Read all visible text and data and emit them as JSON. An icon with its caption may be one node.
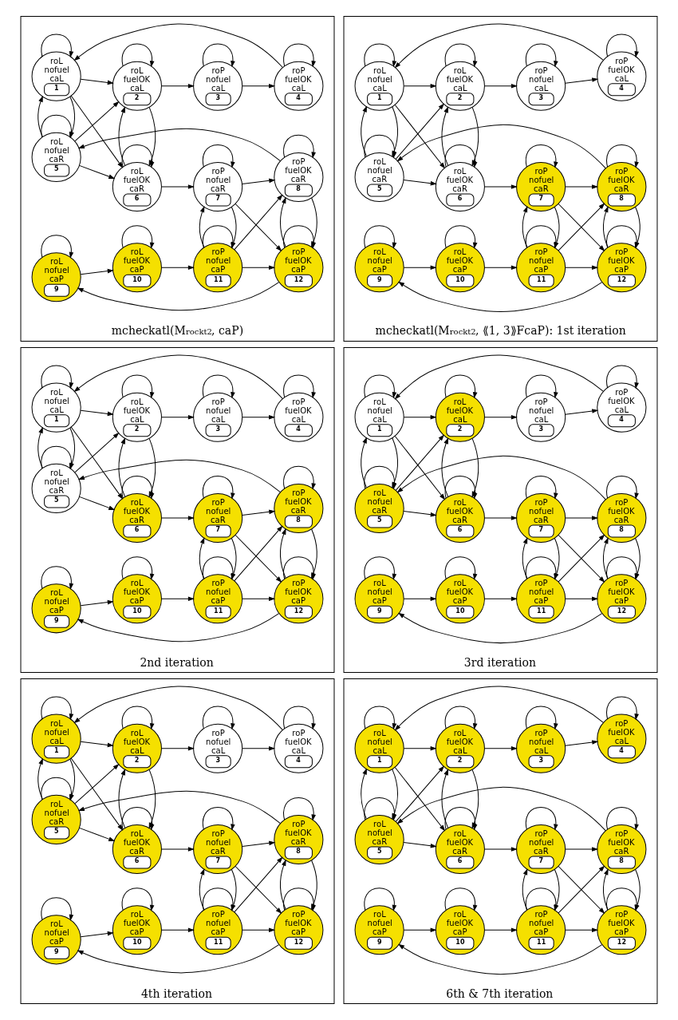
{
  "diagram": {
    "nodes": [
      {
        "text": [
          "mcheckatl(M$_{rockt2}$, caP)"
        ]
      },
      {
        "text": [
          "roL nofuel caL",
          "1"
        ],
        "in": 0
      },
      {
        "text": [
          "roL fuelOK caL",
          "2"
        ],
        "in": 0
      },
      {
        "text": [
          "roP nofuel caL",
          "3"
        ],
        "in": 0
      },
      {
        "text": [
          "roP fuelOK caL",
          "4"
        ],
        "in": 0
      },
      {
        "text": [
          "roL nofuel caR",
          "5"
        ],
        "in": 0
      },
      {
        "text": [
          "roL fuelOK caR",
          "6"
        ],
        "in": 0
      },
      {
        "text": [
          "roP nofuel caR",
          "7"
        ],
        "in": 0
      },
      {
        "text": [
          "roP fuelOK caR",
          "8"
        ],
        "in": 0
      },
      {
        "text": [
          "roL nofuel caP",
          "9"
        ],
        "in": 0
      },
      {
        "text": [
          "roL fuelOK caP",
          "10"
        ],
        "in": 0
      },
      {
        "text": [
          "roP nofuel caP",
          "11"
        ],
        "in": 0
      },
      {
        "text": [
          "roP fuelOK caP",
          "12"
        ],
        "in": 0
      },
      {
        "text": [
          "mcheckatl(M$_{rockt2}$, ⟪1, 3⟫FcaP): 1st iteration"
        ]
      },
      {
        "text": [
          "roL nofuel caL",
          "1"
        ],
        "in": 13
      },
      {
        "text": [
          "roL fuelOK caL",
          "2"
        ],
        "in": 13
      },
      {
        "text": [
          "roP nofuel caL",
          "3"
        ],
        "in": 13
      },
      {
        "text": [
          "roP fuelOK caL",
          "4"
        ],
        "in": 13
      },
      {
        "text": [
          "roL nofuel caR",
          "5"
        ],
        "in": 13
      },
      {
        "text": [
          "roL fuelOK caR",
          "6"
        ],
        "in": 13
      },
      {
        "text": [
          "roP nofuel caR",
          "7"
        ],
        "in": 13
      },
      {
        "text": [
          "roP fuelOK caR",
          "8"
        ],
        "in": 13
      },
      {
        "text": [
          "roL nofuel caP",
          "9"
        ],
        "in": 13
      },
      {
        "text": [
          "roL fuelOK caP",
          "10"
        ],
        "in": 13
      },
      {
        "text": [
          "roP nofuel caP",
          "11"
        ],
        "in": 13
      },
      {
        "text": [
          "roP fuelOK caP",
          "12"
        ],
        "in": 13
      },
      {
        "text": [
          "2nd iteration"
        ]
      },
      {
        "text": [
          "roL nofuel caL",
          "1"
        ],
        "in": 26
      },
      {
        "text": [
          "roL fuelOK caL",
          "2"
        ],
        "in": 26
      },
      {
        "text": [
          "roP nofuel caL",
          "3"
        ],
        "in": 26
      },
      {
        "text": [
          "roP fuelOK caL",
          "4"
        ],
        "in": 26
      },
      {
        "text": [
          "roL nofuel caR",
          "5"
        ],
        "in": 26
      },
      {
        "text": [
          "roL fuelOK caR",
          "6"
        ],
        "in": 26
      },
      {
        "text": [
          "roP nofuel caR",
          "7"
        ],
        "in": 26
      },
      {
        "text": [
          "roP fuelOK caR",
          "8"
        ],
        "in": 26
      },
      {
        "text": [
          "roL nofuel caP",
          "9"
        ],
        "in": 26
      },
      {
        "text": [
          "roL fuelOK caP",
          "10"
        ],
        "in": 26
      },
      {
        "text": [
          "roP nofuel caP",
          "11"
        ],
        "in": 26
      },
      {
        "text": [
          "roP fuelOK caP",
          "12"
        ],
        "in": 26
      },
      {
        "text": [
          "3rd iteration"
        ]
      },
      {
        "text": [
          "roL nofuel caL",
          "1"
        ],
        "in": 39
      },
      {
        "text": [
          "roL fuelOK caL",
          "2"
        ],
        "in": 39
      },
      {
        "text": [
          "roP nofuel caL",
          "3"
        ],
        "in": 39
      },
      {
        "text": [
          "roP fuelOK caL",
          "4"
        ],
        "in": 39
      },
      {
        "text": [
          "roL nofuel caR",
          "5"
        ],
        "in": 39
      },
      {
        "text": [
          "roL fuelOK caR",
          "6"
        ],
        "in": 39
      },
      {
        "text": [
          "roP nofuel caR",
          "7"
        ],
        "in": 39
      },
      {
        "text": [
          "roP fuelOK caR",
          "8"
        ],
        "in": 39
      },
      {
        "text": [
          "roL nofuel caP",
          "9"
        ],
        "in": 39
      },
      {
        "text": [
          "roL fuelOK caP",
          "10"
        ],
        "in": 39
      },
      {
        "text": [
          "roP nofuel caP",
          "11"
        ],
        "in": 39
      },
      {
        "text": [
          "roP fuelOK caP",
          "12"
        ],
        "in": 39
      },
      {
        "text": [
          "4th iteration"
        ]
      },
      {
        "text": [
          "roL nofuel caL",
          "1"
        ],
        "in": 52
      },
      {
        "text": [
          "roL fuelOK caL",
          "2"
        ],
        "in": 52
      },
      {
        "text": [
          "roP nofuel caL",
          "3"
        ],
        "in": 52
      },
      {
        "text": [
          "roP fuelOK caL",
          "4"
        ],
        "in": 52
      },
      {
        "text": [
          "roL nofuel caR",
          "5"
        ],
        "in": 52
      },
      {
        "text": [
          "roL fuelOK caR",
          "6"
        ],
        "in": 52
      },
      {
        "text": [
          "roP nofuel caR",
          "7"
        ],
        "in": 52
      },
      {
        "text": [
          "roP fuelOK caR",
          "8"
        ],
        "in": 52
      },
      {
        "text": [
          "roL nofuel caP",
          "9"
        ],
        "in": 52
      },
      {
        "text": [
          "roL fuelOK caP",
          "10"
        ],
        "in": 52
      },
      {
        "text": [
          "roP nofuel caP",
          "11"
        ],
        "in": 52
      },
      {
        "text": [
          "roP fuelOK caP",
          "12"
        ],
        "in": 52
      },
      {
        "text": [
          "6th & 7th iteration"
        ]
      },
      {
        "text": [
          "roL nofuel caL",
          "1"
        ],
        "in": 65
      },
      {
        "text": [
          "roL fuelOK caL",
          "2"
        ],
        "in": 65
      },
      {
        "text": [
          "roP nofuel caL",
          "3"
        ],
        "in": 65
      },
      {
        "text": [
          "roP fuelOK caL",
          "4"
        ],
        "in": 65
      },
      {
        "text": [
          "roL nofuel caR",
          "5"
        ],
        "in": 65
      },
      {
        "text": [
          "roL fuelOK caR",
          "6"
        ],
        "in": 65
      },
      {
        "text": [
          "roP nofuel caR",
          "7"
        ],
        "in": 65
      },
      {
        "text": [
          "roP fuelOK caR",
          "8"
        ],
        "in": 65
      },
      {
        "text": [
          "roL nofuel caP",
          "9"
        ],
        "in": 65
      },
      {
        "text": [
          "roL fuelOK caP",
          "10"
        ],
        "in": 65
      },
      {
        "text": [
          "roP nofuel caP",
          "11"
        ],
        "in": 65
      },
      {
        "text": [
          "roP fuelOK caP",
          "12"
        ],
        "in": 65
      }
    ],
    "edges": [
      {
        "from": 1,
        "to": 1,
        "arrow": "to"
      },
      {
        "from": 2,
        "to": 2,
        "arrow": "to"
      },
      {
        "from": 3,
        "to": 3,
        "arrow": "to"
      },
      {
        "from": 4,
        "to": 4,
        "arrow": "to"
      },
      {
        "from": 5,
        "to": 5,
        "arrow": "to"
      },
      {
        "from": 6,
        "to": 6,
        "arrow": "to"
      },
      {
        "from": 7,
        "to": 7,
        "arrow": "to"
      },
      {
        "from": 8,
        "to": 8,
        "arrow": "to"
      },
      {
        "from": 9,
        "to": 9,
        "arrow": "to"
      },
      {
        "from": 10,
        "to": 10,
        "arrow": "to"
      },
      {
        "from": 11,
        "to": 11,
        "arrow": "to"
      },
      {
        "from": 12,
        "to": 12,
        "arrow": "to"
      },
      {
        "from": 1,
        "to": 2,
        "arrow": "to"
      },
      {
        "from": 2,
        "to": 3,
        "arrow": "to"
      },
      {
        "from": 3,
        "to": 4,
        "arrow": "to"
      },
      {
        "from": 4,
        "to": 1,
        "arrow": "to"
      },
      {
        "from": 1,
        "to": 5,
        "arrow": "to"
      },
      {
        "from": 5,
        "to": 1,
        "arrow": "to"
      },
      {
        "from": 1,
        "to": 6,
        "arrow": "to"
      },
      {
        "from": 5,
        "to": 2,
        "arrow": "to"
      },
      {
        "from": 2,
        "to": 6,
        "arrow": "to"
      },
      {
        "from": 6,
        "to": 2,
        "arrow": "to"
      },
      {
        "from": 5,
        "to": 6,
        "arrow": "to"
      },
      {
        "from": 6,
        "to": 7,
        "arrow": "to"
      },
      {
        "from": 7,
        "to": 8,
        "arrow": "to"
      },
      {
        "from": 8,
        "to": 5,
        "arrow": "to"
      },
      {
        "from": 7,
        "to": 11,
        "arrow": "to"
      },
      {
        "from": 11,
        "to": 7,
        "arrow": "to"
      },
      {
        "from": 7,
        "to": 12,
        "arrow": "to"
      },
      {
        "from": 11,
        "to": 8,
        "arrow": "to"
      },
      {
        "from": 8,
        "to": 12,
        "arrow": "to"
      },
      {
        "from": 12,
        "to": 8,
        "arrow": "to"
      },
      {
        "from": 9,
        "to": 10,
        "arrow": "to"
      },
      {
        "from": 10,
        "to": 11,
        "arrow": "to"
      },
      {
        "from": 11,
        "to": 12,
        "arrow": "to"
      },
      {
        "from": 12,
        "to": 9,
        "arrow": "to"
      },
      {
        "from": 14,
        "to": 14,
        "arrow": "to"
      },
      {
        "from": 15,
        "to": 15,
        "arrow": "to"
      },
      {
        "from": 16,
        "to": 16,
        "arrow": "to"
      },
      {
        "from": 17,
        "to": 17,
        "arrow": "to"
      },
      {
        "from": 18,
        "to": 18,
        "arrow": "to"
      },
      {
        "from": 19,
        "to": 19,
        "arrow": "to"
      },
      {
        "from": 20,
        "to": 20,
        "arrow": "to"
      },
      {
        "from": 21,
        "to": 21,
        "arrow": "to"
      },
      {
        "from": 22,
        "to": 22,
        "arrow": "to"
      },
      {
        "from": 23,
        "to": 23,
        "arrow": "to"
      },
      {
        "from": 24,
        "to": 24,
        "arrow": "to"
      },
      {
        "from": 25,
        "to": 25,
        "arrow": "to"
      },
      {
        "from": 14,
        "to": 15,
        "arrow": "to"
      },
      {
        "from": 15,
        "to": 16,
        "arrow": "to"
      },
      {
        "from": 16,
        "to": 17,
        "arrow": "to"
      },
      {
        "from": 17,
        "to": 14,
        "arrow": "to"
      },
      {
        "from": 14,
        "to": 18,
        "arrow": "to"
      },
      {
        "from": 18,
        "to": 14,
        "arrow": "to"
      },
      {
        "from": 14,
        "to": 19,
        "arrow": "to"
      },
      {
        "from": 18,
        "to": 15,
        "arrow": "to"
      },
      {
        "from": 15,
        "to": 19,
        "arrow": "to"
      },
      {
        "from": 19,
        "to": 15,
        "arrow": "to"
      },
      {
        "from": 18,
        "to": 19,
        "arrow": "to"
      },
      {
        "from": 19,
        "to": 20,
        "arrow": "to"
      },
      {
        "from": 20,
        "to": 21,
        "arrow": "to"
      },
      {
        "from": 21,
        "to": 18,
        "arrow": "to"
      },
      {
        "from": 20,
        "to": 24,
        "arrow": "to"
      },
      {
        "from": 24,
        "to": 20,
        "arrow": "to"
      },
      {
        "from": 20,
        "to": 25,
        "arrow": "to"
      },
      {
        "from": 24,
        "to": 21,
        "arrow": "to"
      },
      {
        "from": 21,
        "to": 25,
        "arrow": "to"
      },
      {
        "from": 25,
        "to": 21,
        "arrow": "to"
      },
      {
        "from": 22,
        "to": 23,
        "arrow": "to"
      },
      {
        "from": 23,
        "to": 24,
        "arrow": "to"
      },
      {
        "from": 24,
        "to": 25,
        "arrow": "to"
      },
      {
        "from": 25,
        "to": 22,
        "arrow": "to"
      },
      {
        "from": 27,
        "to": 27,
        "arrow": "to"
      },
      {
        "from": 28,
        "to": 28,
        "arrow": "to"
      },
      {
        "from": 29,
        "to": 29,
        "arrow": "to"
      },
      {
        "from": 30,
        "to": 30,
        "arrow": "to"
      },
      {
        "from": 31,
        "to": 31,
        "arrow": "to"
      },
      {
        "from": 32,
        "to": 32,
        "arrow": "to"
      },
      {
        "from": 33,
        "to": 33,
        "arrow": "to"
      },
      {
        "from": 34,
        "to": 34,
        "arrow": "to"
      },
      {
        "from": 35,
        "to": 35,
        "arrow": "to"
      },
      {
        "from": 36,
        "to": 36,
        "arrow": "to"
      },
      {
        "from": 37,
        "to": 37,
        "arrow": "to"
      },
      {
        "from": 38,
        "to": 38,
        "arrow": "to"
      },
      {
        "from": 27,
        "to": 28,
        "arrow": "to"
      },
      {
        "from": 28,
        "to": 29,
        "arrow": "to"
      },
      {
        "from": 29,
        "to": 30,
        "arrow": "to"
      },
      {
        "from": 30,
        "to": 27,
        "arrow": "to"
      },
      {
        "from": 27,
        "to": 31,
        "arrow": "to"
      },
      {
        "from": 31,
        "to": 27,
        "arrow": "to"
      },
      {
        "from": 27,
        "to": 32,
        "arrow": "to"
      },
      {
        "from": 31,
        "to": 28,
        "arrow": "to"
      },
      {
        "from": 28,
        "to": 32,
        "arrow": "to"
      },
      {
        "from": 32,
        "to": 28,
        "arrow": "to"
      },
      {
        "from": 31,
        "to": 32,
        "arrow": "to"
      },
      {
        "from": 32,
        "to": 33,
        "arrow": "to"
      },
      {
        "from": 33,
        "to": 34,
        "arrow": "to"
      },
      {
        "from": 34,
        "to": 31,
        "arrow": "to"
      },
      {
        "from": 33,
        "to": 37,
        "arrow": "to"
      },
      {
        "from": 37,
        "to": 33,
        "arrow": "to"
      },
      {
        "from": 33,
        "to": 38,
        "arrow": "to"
      },
      {
        "from": 37,
        "to": 34,
        "arrow": "to"
      },
      {
        "from": 34,
        "to": 38,
        "arrow": "to"
      },
      {
        "from": 38,
        "to": 34,
        "arrow": "to"
      },
      {
        "from": 35,
        "to": 36,
        "arrow": "to"
      },
      {
        "from": 36,
        "to": 37,
        "arrow": "to"
      },
      {
        "from": 37,
        "to": 38,
        "arrow": "to"
      },
      {
        "from": 38,
        "to": 35,
        "arrow": "to"
      },
      {
        "from": 40,
        "to": 40,
        "arrow": "to"
      },
      {
        "from": 41,
        "to": 41,
        "arrow": "to"
      },
      {
        "from": 42,
        "to": 42,
        "arrow": "to"
      },
      {
        "from": 43,
        "to": 43,
        "arrow": "to"
      },
      {
        "from": 44,
        "to": 44,
        "arrow": "to"
      },
      {
        "from": 45,
        "to": 45,
        "arrow": "to"
      },
      {
        "from": 46,
        "to": 46,
        "arrow": "to"
      },
      {
        "from": 47,
        "to": 47,
        "arrow": "to"
      },
      {
        "from": 48,
        "to": 48,
        "arrow": "to"
      },
      {
        "from": 49,
        "to": 49,
        "arrow": "to"
      },
      {
        "from": 50,
        "to": 50,
        "arrow": "to"
      },
      {
        "from": 51,
        "to": 51,
        "arrow": "to"
      },
      {
        "from": 40,
        "to": 41,
        "arrow": "to"
      },
      {
        "from": 41,
        "to": 42,
        "arrow": "to"
      },
      {
        "from": 42,
        "to": 43,
        "arrow": "to"
      },
      {
        "from": 43,
        "to": 40,
        "arrow": "to"
      },
      {
        "from": 40,
        "to": 44,
        "arrow": "to"
      },
      {
        "from": 44,
        "to": 40,
        "arrow": "to"
      },
      {
        "from": 40,
        "to": 45,
        "arrow": "to"
      },
      {
        "from": 44,
        "to": 41,
        "arrow": "to"
      },
      {
        "from": 41,
        "to": 45,
        "arrow": "to"
      },
      {
        "from": 45,
        "to": 41,
        "arrow": "to"
      },
      {
        "from": 44,
        "to": 45,
        "arrow": "to"
      },
      {
        "from": 45,
        "to": 46,
        "arrow": "to"
      },
      {
        "from": 46,
        "to": 47,
        "arrow": "to"
      },
      {
        "from": 47,
        "to": 44,
        "arrow": "to"
      },
      {
        "from": 46,
        "to": 50,
        "arrow": "to"
      },
      {
        "from": 50,
        "to": 46,
        "arrow": "to"
      },
      {
        "from": 46,
        "to": 51,
        "arrow": "to"
      },
      {
        "from": 50,
        "to": 47,
        "arrow": "to"
      },
      {
        "from": 47,
        "to": 51,
        "arrow": "to"
      },
      {
        "from": 51,
        "to": 47,
        "arrow": "to"
      },
      {
        "from": 48,
        "to": 49,
        "arrow": "to"
      },
      {
        "from": 49,
        "to": 50,
        "arrow": "to"
      },
      {
        "from": 50,
        "to": 51,
        "arrow": "to"
      },
      {
        "from": 51,
        "to": 48,
        "arrow": "to"
      },
      {
        "from": 53,
        "to": 53,
        "arrow": "to"
      },
      {
        "from": 54,
        "to": 54,
        "arrow": "to"
      },
      {
        "from": 55,
        "to": 55,
        "arrow": "to"
      },
      {
        "from": 56,
        "to": 56,
        "arrow": "to"
      },
      {
        "from": 57,
        "to": 57,
        "arrow": "to"
      },
      {
        "from": 58,
        "to": 58,
        "arrow": "to"
      },
      {
        "from": 59,
        "to": 59,
        "arrow": "to"
      },
      {
        "from": 60,
        "to": 60,
        "arrow": "to"
      },
      {
        "from": 61,
        "to": 61,
        "arrow": "to"
      },
      {
        "from": 62,
        "to": 62,
        "arrow": "to"
      },
      {
        "from": 63,
        "to": 63,
        "arrow": "to"
      },
      {
        "from": 64,
        "to": 64,
        "arrow": "to"
      },
      {
        "from": 53,
        "to": 54,
        "arrow": "to"
      },
      {
        "from": 54,
        "to": 55,
        "arrow": "to"
      },
      {
        "from": 55,
        "to": 56,
        "arrow": "to"
      },
      {
        "from": 56,
        "to": 53,
        "arrow": "to"
      },
      {
        "from": 53,
        "to": 57,
        "arrow": "to"
      },
      {
        "from": 57,
        "to": 53,
        "arrow": "to"
      },
      {
        "from": 53,
        "to": 58,
        "arrow": "to"
      },
      {
        "from": 57,
        "to": 54,
        "arrow": "to"
      },
      {
        "from": 54,
        "to": 58,
        "arrow": "to"
      },
      {
        "from": 58,
        "to": 54,
        "arrow": "to"
      },
      {
        "from": 57,
        "to": 58,
        "arrow": "to"
      },
      {
        "from": 58,
        "to": 59,
        "arrow": "to"
      },
      {
        "from": 59,
        "to": 60,
        "arrow": "to"
      },
      {
        "from": 60,
        "to": 57,
        "arrow": "to"
      },
      {
        "from": 59,
        "to": 63,
        "arrow": "to"
      },
      {
        "from": 63,
        "to": 59,
        "arrow": "to"
      },
      {
        "from": 59,
        "to": 64,
        "arrow": "to"
      },
      {
        "from": 63,
        "to": 60,
        "arrow": "to"
      },
      {
        "from": 60,
        "to": 64,
        "arrow": "to"
      },
      {
        "from": 64,
        "to": 60,
        "arrow": "to"
      },
      {
        "from": 61,
        "to": 62,
        "arrow": "to"
      },
      {
        "from": 62,
        "to": 63,
        "arrow": "to"
      },
      {
        "from": 63,
        "to": 64,
        "arrow": "to"
      },
      {
        "from": 64,
        "to": 61,
        "arrow": "to"
      },
      {
        "from": 66,
        "to": 66,
        "arrow": "to"
      },
      {
        "from": 67,
        "to": 67,
        "arrow": "to"
      },
      {
        "from": 68,
        "to": 68,
        "arrow": "to"
      },
      {
        "from": 69,
        "to": 69,
        "arrow": "to"
      },
      {
        "from": 70,
        "to": 70,
        "arrow": "to"
      },
      {
        "from": 71,
        "to": 71,
        "arrow": "to"
      },
      {
        "from": 72,
        "to": 72,
        "arrow": "to"
      },
      {
        "from": 73,
        "to": 73,
        "arrow": "to"
      },
      {
        "from": 74,
        "to": 74,
        "arrow": "to"
      },
      {
        "from": 75,
        "to": 75,
        "arrow": "to"
      },
      {
        "from": 76,
        "to": 76,
        "arrow": "to"
      },
      {
        "from": 77,
        "to": 77,
        "arrow": "to"
      },
      {
        "from": 66,
        "to": 67,
        "arrow": "to"
      },
      {
        "from": 67,
        "to": 68,
        "arrow": "to"
      },
      {
        "from": 68,
        "to": 69,
        "arrow": "to"
      },
      {
        "from": 69,
        "to": 66,
        "arrow": "to"
      },
      {
        "from": 66,
        "to": 70,
        "arrow": "to"
      },
      {
        "from": 70,
        "to": 66,
        "arrow": "to"
      },
      {
        "from": 66,
        "to": 71,
        "arrow": "to"
      },
      {
        "from": 70,
        "to": 67,
        "arrow": "to"
      },
      {
        "from": 67,
        "to": 71,
        "arrow": "to"
      },
      {
        "from": 71,
        "to": 67,
        "arrow": "to"
      },
      {
        "from": 70,
        "to": 71,
        "arrow": "to"
      },
      {
        "from": 71,
        "to": 72,
        "arrow": "to"
      },
      {
        "from": 72,
        "to": 73,
        "arrow": "to"
      },
      {
        "from": 73,
        "to": 70,
        "arrow": "to"
      },
      {
        "from": 72,
        "to": 76,
        "arrow": "to"
      },
      {
        "from": 76,
        "to": 72,
        "arrow": "to"
      },
      {
        "from": 72,
        "to": 77,
        "arrow": "to"
      },
      {
        "from": 76,
        "to": 73,
        "arrow": "to"
      },
      {
        "from": 73,
        "to": 77,
        "arrow": "to"
      },
      {
        "from": 77,
        "to": 73,
        "arrow": "to"
      },
      {
        "from": 74,
        "to": 75,
        "arrow": "to"
      },
      {
        "from": 75,
        "to": 76,
        "arrow": "to"
      },
      {
        "from": 76,
        "to": 77,
        "arrow": "to"
      },
      {
        "from": 77,
        "to": 74,
        "arrow": "to"
      }
    ]
  }
}
